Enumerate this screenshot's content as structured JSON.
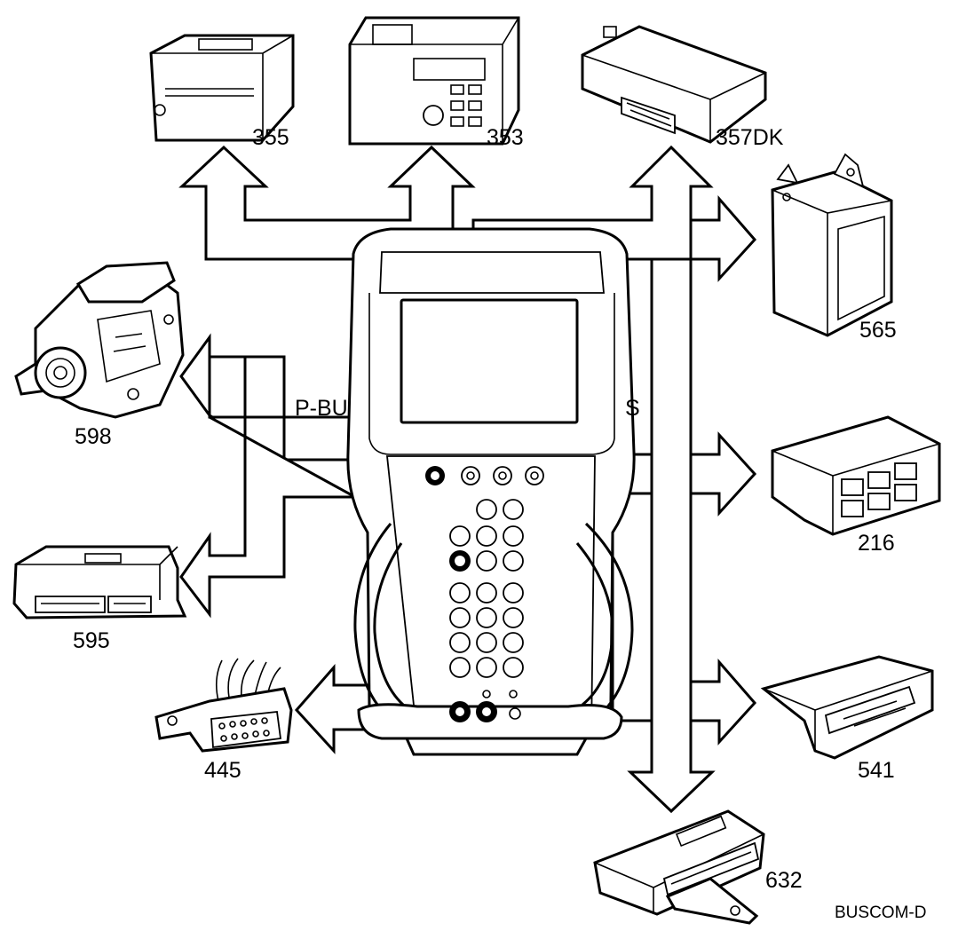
{
  "labels": {
    "m355": "355",
    "m353": "353",
    "m357dk": "357DK",
    "m565": "565",
    "m598": "598",
    "m216": "216",
    "m595": "595",
    "m445": "445",
    "m541": "541",
    "m632": "632",
    "bus_left": "P-BU",
    "bus_right": "S",
    "figure_code": "BUSCOM-D"
  }
}
